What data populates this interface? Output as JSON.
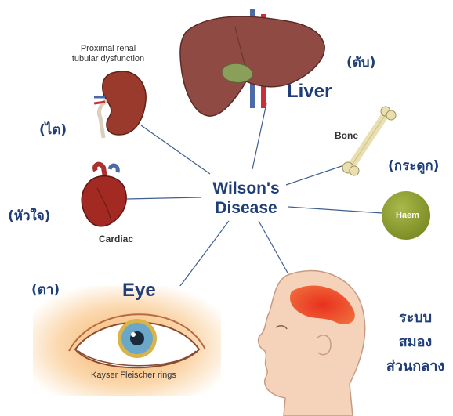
{
  "center": {
    "line1": "Wilson's",
    "line2": "Disease"
  },
  "liver": {
    "label": "Liver",
    "thai": "(ตับ)"
  },
  "kidney": {
    "caption_line1": "Proximal renal",
    "caption_line2": "tubular dysfunction",
    "thai": "(ไต)"
  },
  "bone": {
    "label": "Bone",
    "thai": "(กระดูก)"
  },
  "heart": {
    "label": "Cardiac",
    "thai": "(หัวใจ)"
  },
  "haem": {
    "label": "Haem"
  },
  "eye": {
    "label": "Eye",
    "thai": "(ตา)",
    "caption": "Kayser Fleischer rings"
  },
  "brain": {
    "thai_line1": "ระบบ",
    "thai_line2": "สมอง",
    "thai_line3": "ส่วนกลาง"
  },
  "colors": {
    "text_blue": "#1f3e78",
    "connector": "#3f5f8f",
    "haem_green": "#8a9a2e",
    "brain_red": "#e53b2a"
  }
}
